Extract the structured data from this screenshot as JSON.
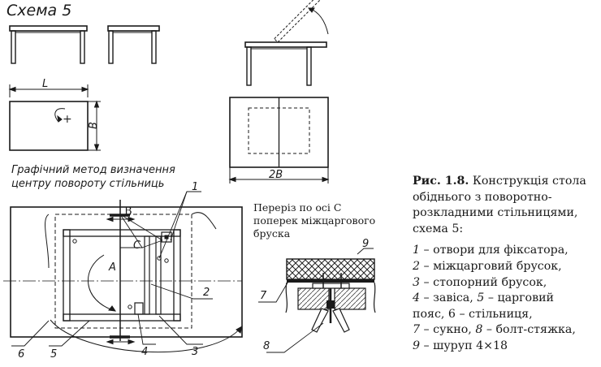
{
  "scheme_title": "Схема 5",
  "dims": {
    "L": "L",
    "B": "B",
    "twoB": "2B"
  },
  "rotation_sign": "+",
  "method_caption": [
    "Графічний метод визначення",
    "центру повороту стільниць"
  ],
  "section_caption": [
    "Переріз по осі С",
    "поперек міжцаргового",
    "бруска"
  ],
  "plan_letters": {
    "B": "B",
    "A": "A",
    "C": "C"
  },
  "callouts": {
    "n1": "1",
    "n2": "2",
    "n3": "3",
    "n4": "4",
    "n5": "5",
    "n6": "6",
    "n7": "7",
    "n8": "8",
    "n9": "9"
  },
  "figure_caption": {
    "prefix": "Рис. 1.8.",
    "lines": [
      "Конструкція стола",
      "обіднього з поворотно-",
      "розкладними стільницями,",
      "схема 5:"
    ]
  },
  "legend": [
    {
      "num": "1",
      "text": " – отвори для фіксатора,"
    },
    {
      "num": "2",
      "text": " – міжцарговий брусок,"
    },
    {
      "num": "3",
      "text": " – стопорний брусок,"
    },
    {
      "num": "4",
      "text": " – завіса, ",
      "num2": "5",
      "text2": " – царговий"
    },
    {
      "num": "",
      "text": "пояс, 6 – стільниця,"
    },
    {
      "num": "7",
      "text": " – сукно, ",
      "num2": "8",
      "text2": " – болт-стяжка,"
    },
    {
      "num": "9",
      "text": " – шуруп 4×18"
    }
  ]
}
